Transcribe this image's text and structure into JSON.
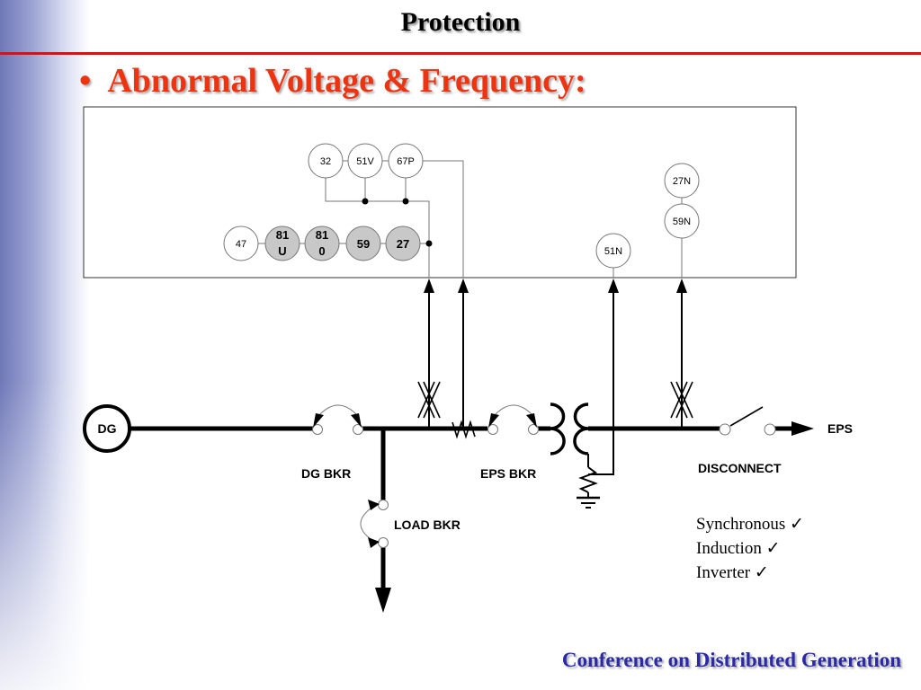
{
  "slide": {
    "title": "Protection",
    "bullet_symbol": "•",
    "bullet_text": "Abnormal Voltage & Frequency:",
    "footer": "Conference on Distributed Generation",
    "colors": {
      "rule": "#e01010",
      "bullet": "#ee3311",
      "footer": "#2a2aa8",
      "relay_shaded": "#c8c8c8"
    }
  },
  "relays": {
    "top_row": [
      "32",
      "51V",
      "67P"
    ],
    "main_row": [
      {
        "label_line1": "47",
        "label_line2": "",
        "shaded": false
      },
      {
        "label_line1": "81",
        "label_line2": "U",
        "shaded": true
      },
      {
        "label_line1": "81",
        "label_line2": "0",
        "shaded": true
      },
      {
        "label_line1": "59",
        "label_line2": "",
        "shaded": true
      },
      {
        "label_line1": "27",
        "label_line2": "",
        "shaded": true
      }
    ],
    "neutral_ground": "51N",
    "neutral_voltage": [
      "27N",
      "59N"
    ]
  },
  "one_line": {
    "generator": "DG",
    "dg_breaker": "DG BKR",
    "eps_breaker": "EPS BKR",
    "load_breaker": "LOAD BKR",
    "disconnect": "DISCONNECT",
    "utility": "EPS"
  },
  "generator_types": [
    {
      "name": "Synchronous",
      "check": "✓"
    },
    {
      "name": "Induction",
      "check": "✓"
    },
    {
      "name": "Inverter",
      "check": "✓"
    }
  ]
}
